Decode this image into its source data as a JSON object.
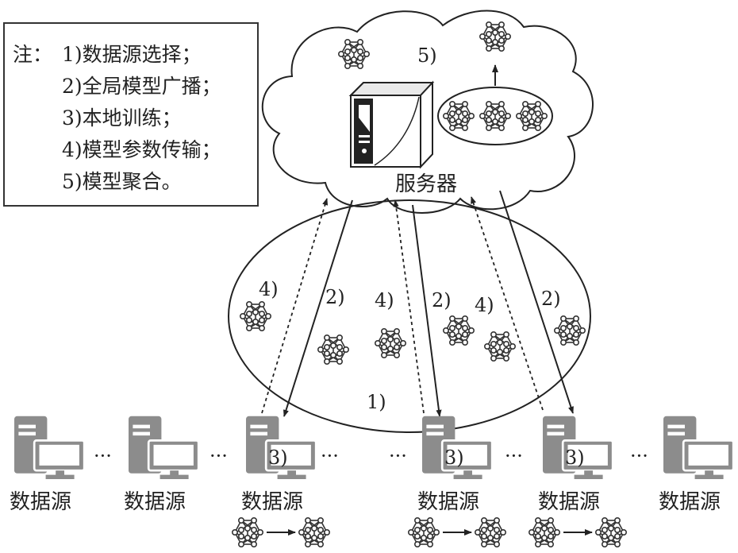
{
  "note": {
    "prefix": "注：",
    "items": [
      "1)数据源选择；",
      "2)全局模型广播；",
      "3)本地训练；",
      "4)模型参数传输；",
      "5)模型聚合。"
    ]
  },
  "server": {
    "label": "服务器",
    "step_label": "5)"
  },
  "selection_ellipse": {
    "step_label": "1)"
  },
  "arrows": {
    "broadcast_label": "2)",
    "upload_label": "4)"
  },
  "data_sources": {
    "label": "数据源",
    "local_training_label": "3)",
    "ellipsis": "···",
    "items": [
      {
        "selected": false
      },
      {
        "selected": false
      },
      {
        "selected": true
      },
      {
        "selected": true
      },
      {
        "selected": true
      },
      {
        "selected": false
      }
    ]
  },
  "icons": {
    "neural_net": "neural-network-icon",
    "computer": "desktop-computer-icon",
    "server": "server-tower-icon"
  },
  "colors": {
    "computer_gray": "#8c8c8c",
    "line": "#222222"
  }
}
